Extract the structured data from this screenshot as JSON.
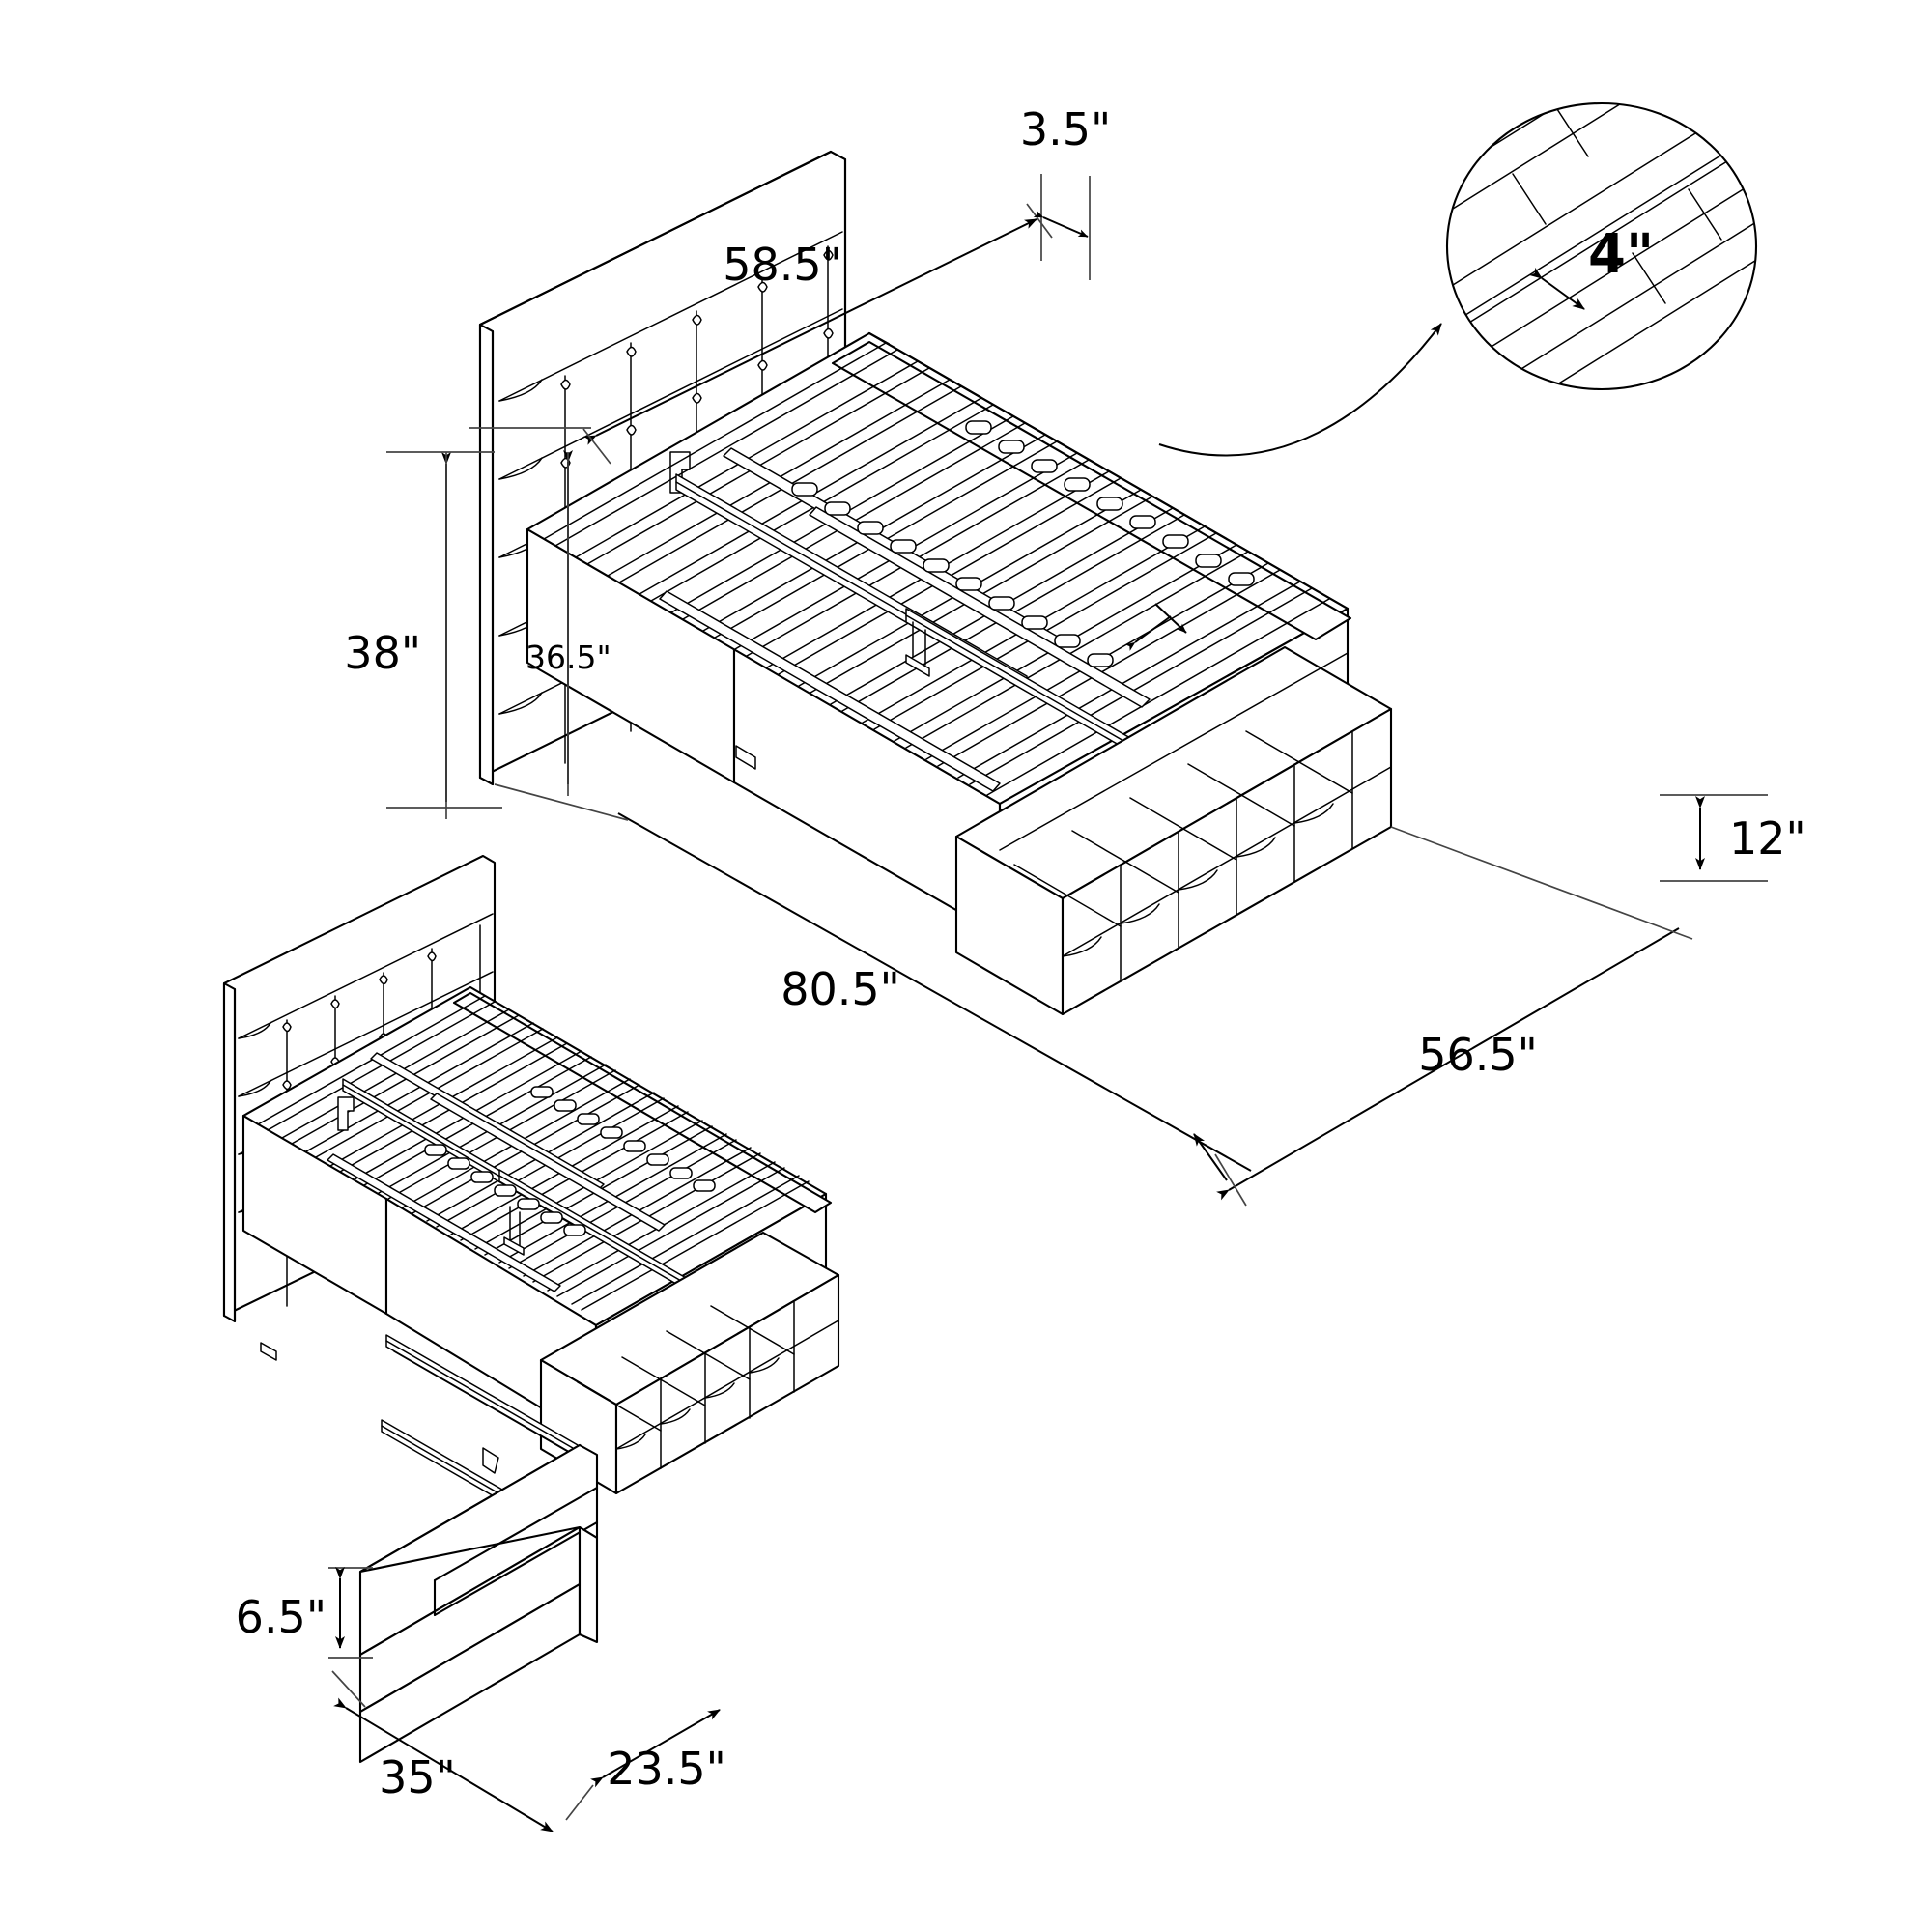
{
  "document": {
    "kind": "technical-dimension-drawing",
    "subject": "Upholstered tufted storage platform bed",
    "units": "inches",
    "line_color": "#000000",
    "background_color": "#ffffff"
  },
  "views": [
    {
      "id": "main-view",
      "name": "Bed frame with slats — isometric",
      "position": "top-right"
    },
    {
      "id": "detail-view",
      "name": "Slat spacing detail — circular callout",
      "position": "top-right-corner"
    },
    {
      "id": "drawer-view",
      "name": "Bed with storage drawer extended — isometric",
      "position": "bottom-left"
    }
  ],
  "dimensions": {
    "headboard_width": {
      "label": "58.5\"",
      "value": 58.5,
      "size": "big",
      "applies_to": "headboard width"
    },
    "headboard_depth": {
      "label": "3.5\"",
      "value": 3.5,
      "size": "big",
      "applies_to": "headboard thickness"
    },
    "overall_height": {
      "label": "38\"",
      "value": 38,
      "size": "big",
      "applies_to": "overall headboard height"
    },
    "headboard_height": {
      "label": "36.5\"",
      "value": 36.5,
      "size": "small",
      "applies_to": "headboard panel height"
    },
    "frame_length": {
      "label": "80.5\"",
      "value": 80.5,
      "size": "big",
      "applies_to": "bed frame length"
    },
    "frame_width": {
      "label": "56.5\"",
      "value": 56.5,
      "size": "big",
      "applies_to": "bed frame width"
    },
    "frame_height": {
      "label": "12\"",
      "value": 12,
      "size": "big",
      "applies_to": "frame deck height"
    },
    "slat_spacing": {
      "label": "4\"",
      "value": 4,
      "size": "huge",
      "applies_to": "slat spacing detail"
    },
    "drawer_height": {
      "label": "6.5\"",
      "value": 6.5,
      "size": "big",
      "applies_to": "storage drawer height"
    },
    "drawer_width": {
      "label": "35\"",
      "value": 35,
      "size": "big",
      "applies_to": "storage drawer width"
    },
    "drawer_depth": {
      "label": "23.5\"",
      "value": 23.5,
      "size": "big",
      "applies_to": "storage drawer depth"
    }
  }
}
